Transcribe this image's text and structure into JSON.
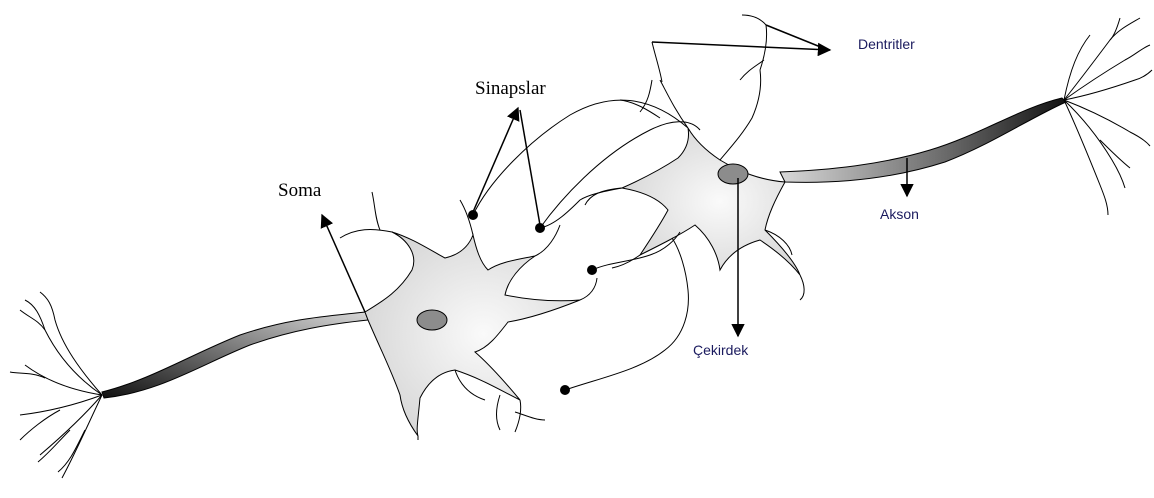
{
  "labels": {
    "soma": "Soma",
    "sinapslar": "Sinapslar",
    "dentritler": "Dentritler",
    "akson": "Akson",
    "cekirdek": "Çekirdek"
  },
  "colors": {
    "cell_fill": "#e4e4e4",
    "nucleus_fill": "#8c8c8c",
    "axon_dark": "#222222",
    "line": "#000000",
    "sans_label": "#1a1a5e"
  }
}
